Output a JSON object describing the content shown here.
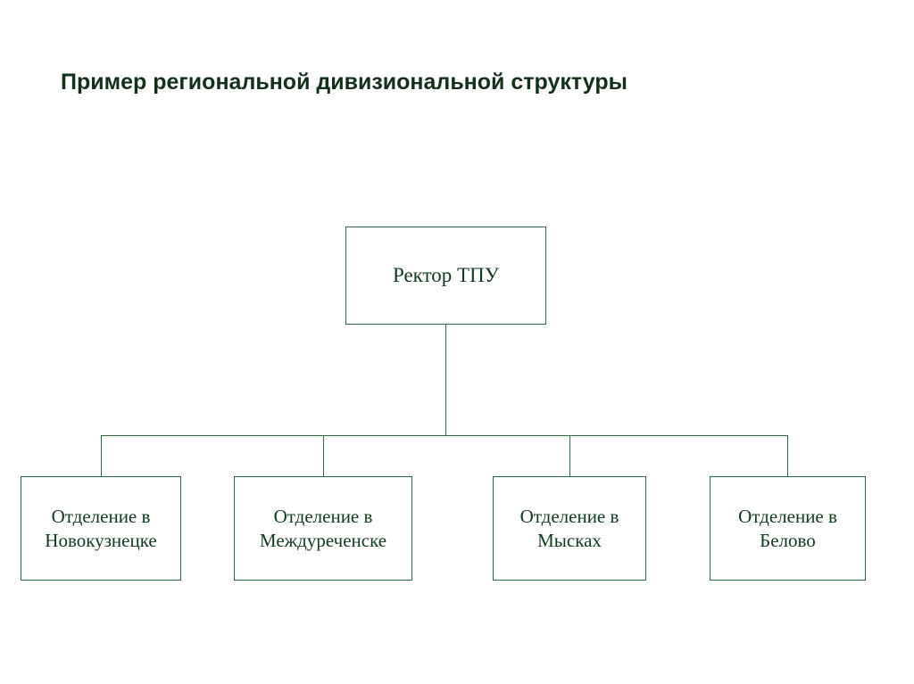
{
  "slide": {
    "title": "Пример региональной дивизиональной структуры",
    "background_color": "#ffffff",
    "line_color": "#2f6b43",
    "text_color": "#123a20"
  },
  "chart_data": {
    "type": "diagram",
    "title": "Пример региональной дивизиональной структуры",
    "root": {
      "label": "Ректор ТПУ"
    },
    "children": [
      {
        "label": "Отделение в Новокузнецке"
      },
      {
        "label": "Отделение в Междуреченске"
      },
      {
        "label": "Отделение в Мысках"
      },
      {
        "label": "Отделение в Белово"
      }
    ]
  }
}
